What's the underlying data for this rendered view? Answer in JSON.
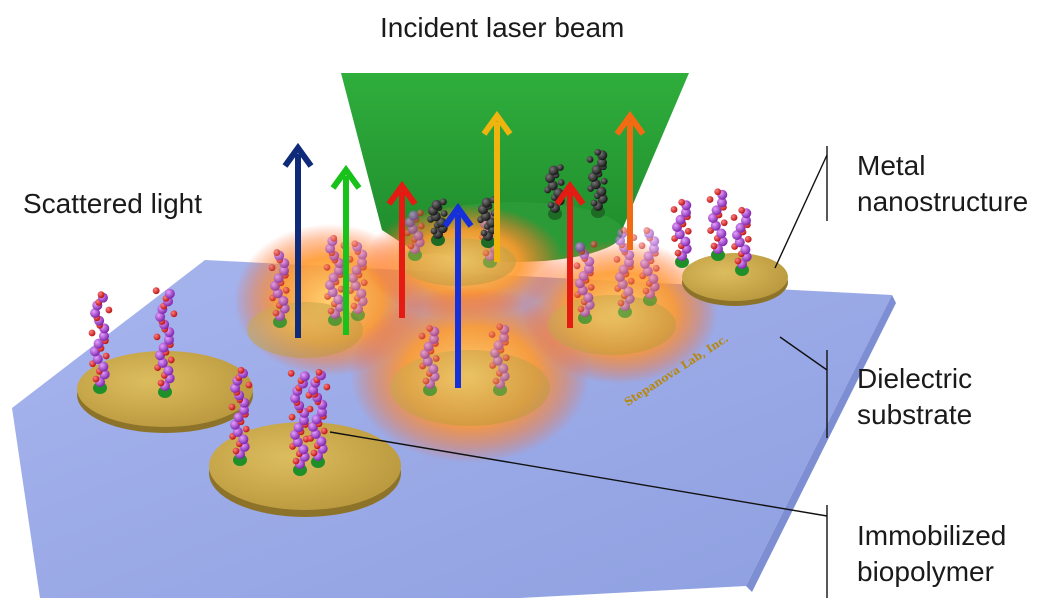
{
  "title": "Incident laser beam",
  "labels": {
    "scattered_light": "Scattered light",
    "metal_nanostructure": [
      "Metal",
      "nanostructure"
    ],
    "dielectric_substrate": [
      "Dielectric",
      "substrate"
    ],
    "immobilized_biopolymer": [
      "Immobilized",
      "biopolymer"
    ]
  },
  "watermark": "Stepanova Lab, Inc.",
  "colors": {
    "substrate": "#9cabe6",
    "disk": "#caa84c",
    "beam": "#2ea043",
    "glow": "#ff9a2e",
    "helix": "#9b2fc9",
    "helix_red": "#e01818",
    "anchor": "#1f8f2a"
  },
  "arrows": [
    {
      "name": "navy",
      "color": "#0f2a78"
    },
    {
      "name": "green",
      "color": "#18c21b"
    },
    {
      "name": "red",
      "color": "#e31b12"
    },
    {
      "name": "blue",
      "color": "#1530d8"
    },
    {
      "name": "gold",
      "color": "#f0b40f"
    },
    {
      "name": "red-2",
      "color": "#e31b12"
    },
    {
      "name": "orange",
      "color": "#f26a12"
    }
  ]
}
